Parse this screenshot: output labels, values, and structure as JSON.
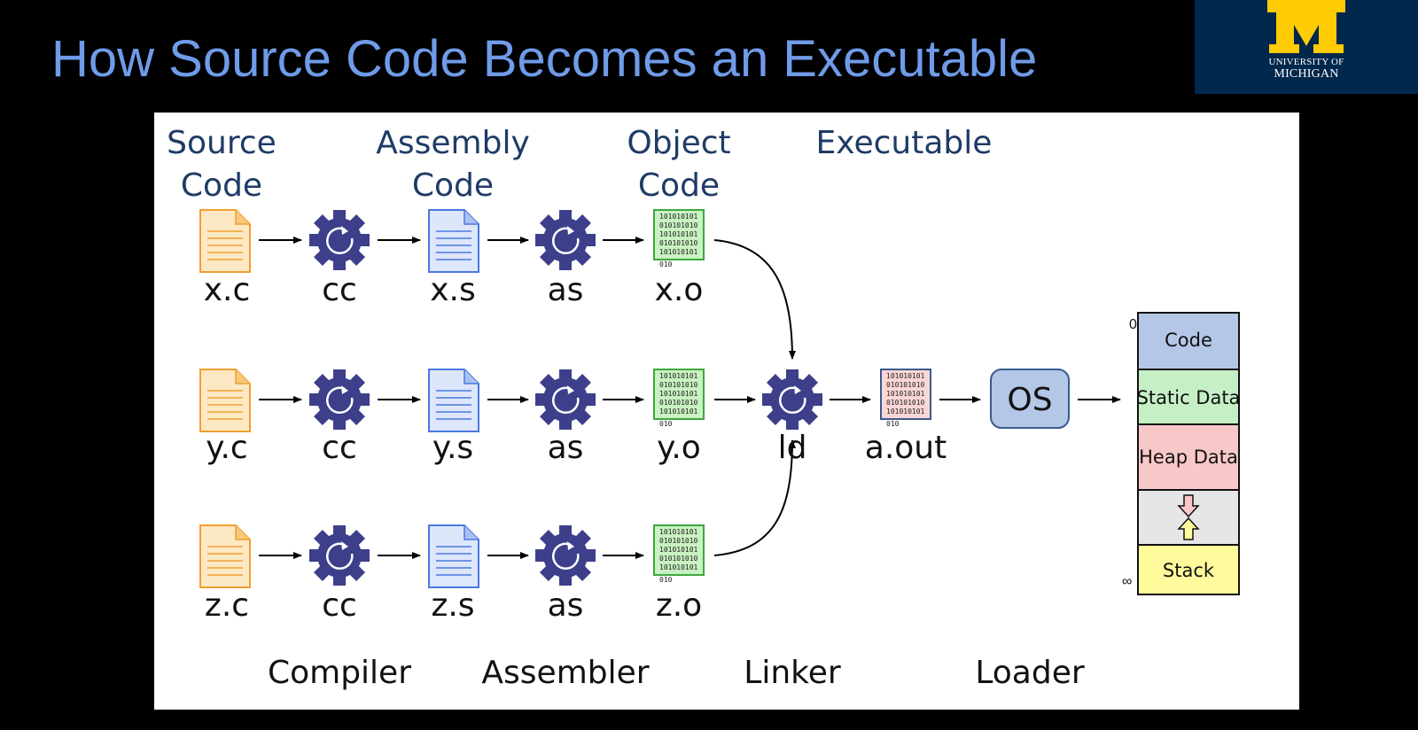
{
  "slide": {
    "title": "How Source Code Becomes an Executable"
  },
  "logo": {
    "line1": "UNIVERSITY OF",
    "line2": "MICHIGAN"
  },
  "headers": {
    "source_1": "Source",
    "source_2": "Code",
    "assembly_1": "Assembly",
    "assembly_2": "Code",
    "object_1": "Object",
    "object_2": "Code",
    "executable": "Executable"
  },
  "rows": [
    {
      "source": "x.c",
      "compiler": "cc",
      "assembly": "x.s",
      "assembler": "as",
      "object": "x.o"
    },
    {
      "source": "y.c",
      "compiler": "cc",
      "assembly": "y.s",
      "assembler": "as",
      "object": "y.o"
    },
    {
      "source": "z.c",
      "compiler": "cc",
      "assembly": "z.s",
      "assembler": "as",
      "object": "z.o"
    }
  ],
  "linker": {
    "label": "ld"
  },
  "executable": {
    "label": "a.out"
  },
  "os": {
    "label": "OS"
  },
  "memory": {
    "top_marker": "0",
    "bottom_marker": "∞",
    "segments": [
      "Code",
      "Static Data",
      "Heap Data",
      "Stack"
    ],
    "colors": {
      "code": "#b4c7e7",
      "static": "#c6efc6",
      "heap": "#f8c8c8",
      "gap": "#e6e6e6",
      "stack": "#fffb9c"
    }
  },
  "binary_text": {
    "line1": "101010101",
    "line2": "010101010",
    "tail": "010"
  },
  "stages": {
    "compiler": "Compiler",
    "assembler": "Assembler",
    "linker": "Linker",
    "loader": "Loader"
  },
  "colors": {
    "title": "#6f9be8",
    "logo_bg": "#00274c",
    "logo_m": "#ffcb05",
    "gear": "#3d3f8a",
    "header": "#1f3b66"
  },
  "icons": {
    "source": "c-source-file-icon",
    "compiler": "gear-icon",
    "assembly": "assembly-file-icon",
    "assembler": "gear-icon",
    "object": "binary-object-file-icon",
    "linker": "gear-icon",
    "executable": "binary-executable-file-icon"
  }
}
